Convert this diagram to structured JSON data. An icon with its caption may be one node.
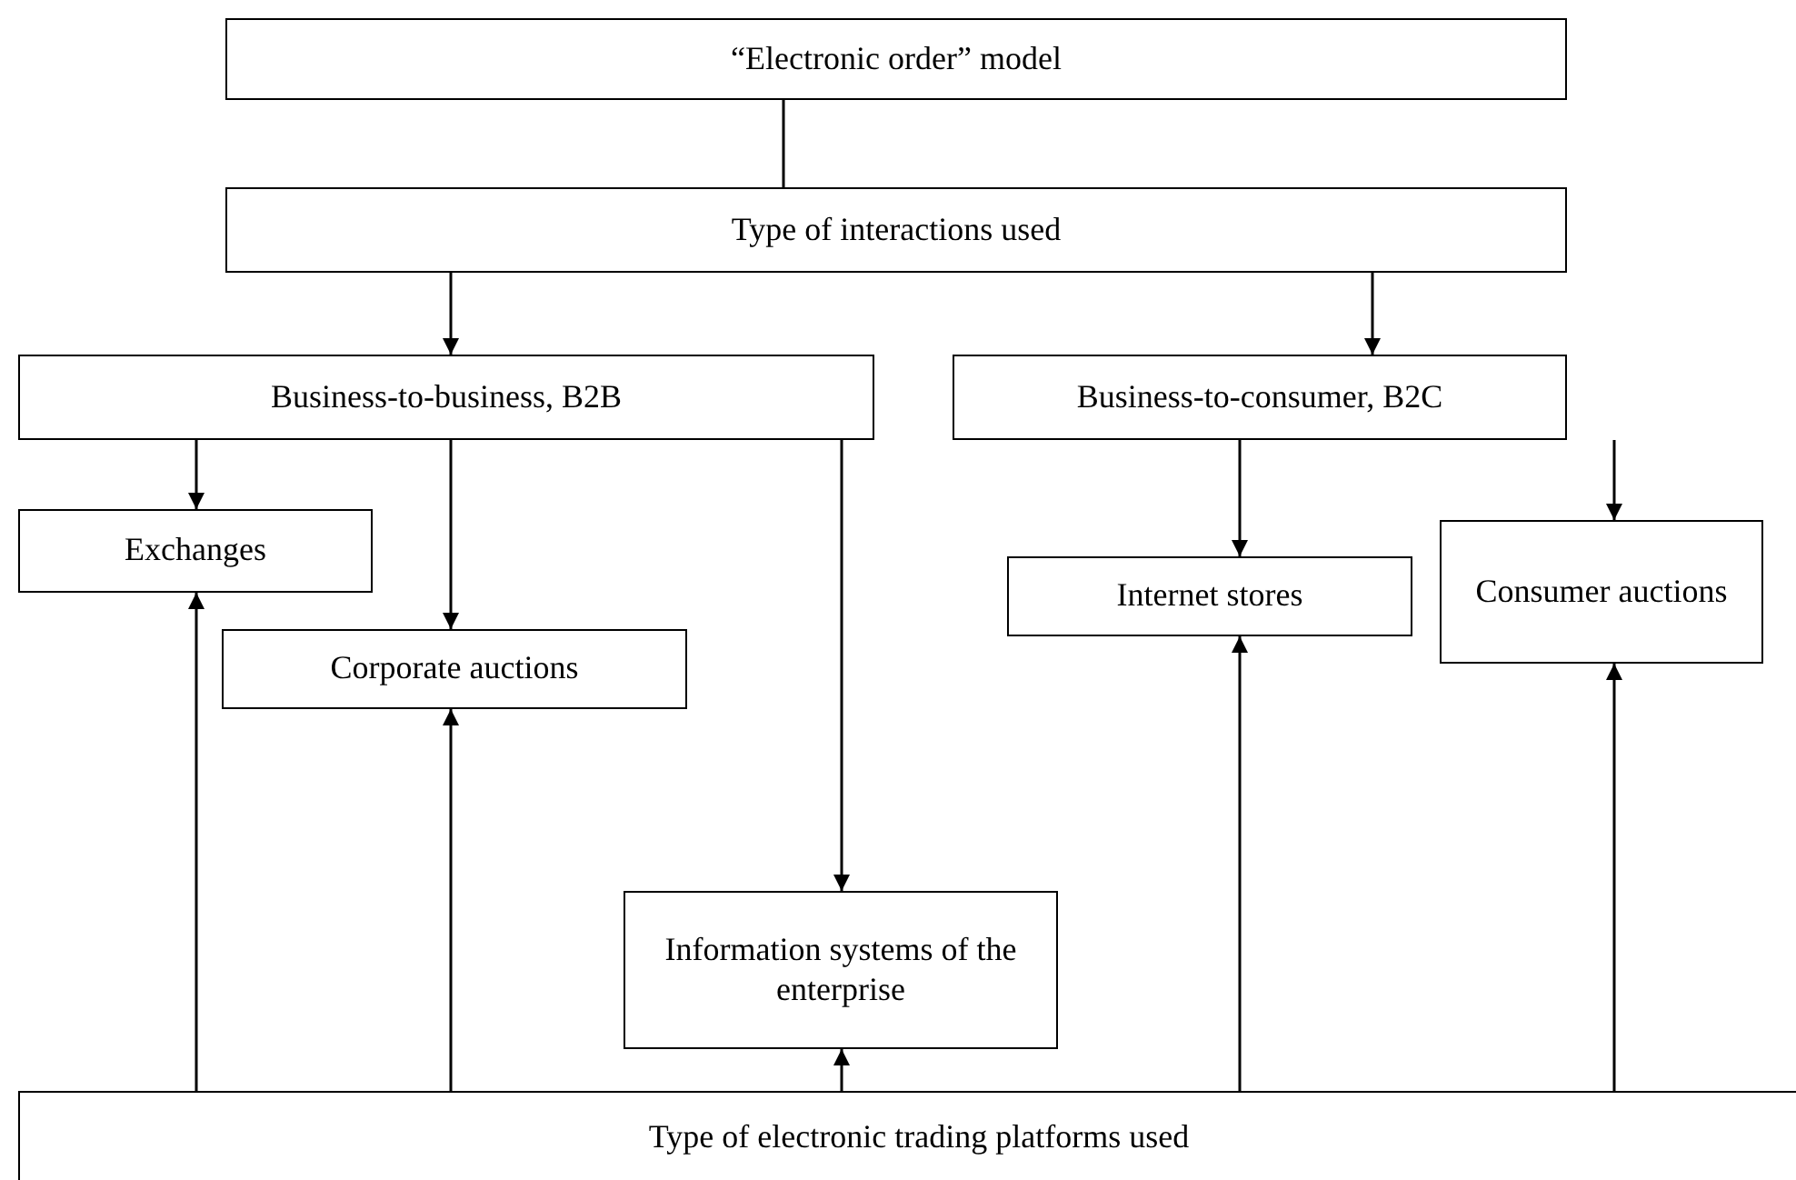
{
  "diagram": {
    "nodes": [
      {
        "text": [
          "“Electronic order” model"
        ]
      },
      {
        "text": [
          "Type of interactions used"
        ]
      },
      {
        "text": [
          "Business-to-business, B2B"
        ]
      },
      {
        "text": [
          "Business-to-consumer, B2C"
        ]
      },
      {
        "text": [
          "Exchanges"
        ]
      },
      {
        "text": [
          "Corporate auctions"
        ]
      },
      {
        "text": [
          "Information systems of the enterprise"
        ]
      },
      {
        "text": [
          "Internet stores"
        ]
      },
      {
        "text": [
          "Consumer auctions"
        ]
      },
      {
        "text": [
          "Type of electronic trading platforms used"
        ]
      }
    ],
    "edges": [
      {
        "from": 0,
        "to": 1,
        "arrow": "none"
      },
      {
        "from": 1,
        "to": 2,
        "arrow": "to"
      },
      {
        "from": 1,
        "to": 3,
        "arrow": "to"
      },
      {
        "from": 2,
        "to": 4,
        "arrow": "to"
      },
      {
        "from": 2,
        "to": 5,
        "arrow": "to"
      },
      {
        "from": 2,
        "to": 6,
        "arrow": "to"
      },
      {
        "from": 3,
        "to": 7,
        "arrow": "to"
      },
      {
        "from": 3,
        "to": 8,
        "arrow": "to"
      },
      {
        "from": 9,
        "to": 4,
        "arrow": "to"
      },
      {
        "from": 9,
        "to": 5,
        "arrow": "to"
      },
      {
        "from": 9,
        "to": 6,
        "arrow": "to"
      },
      {
        "from": 9,
        "to": 7,
        "arrow": "to"
      },
      {
        "from": 9,
        "to": 8,
        "arrow": "to"
      }
    ]
  }
}
